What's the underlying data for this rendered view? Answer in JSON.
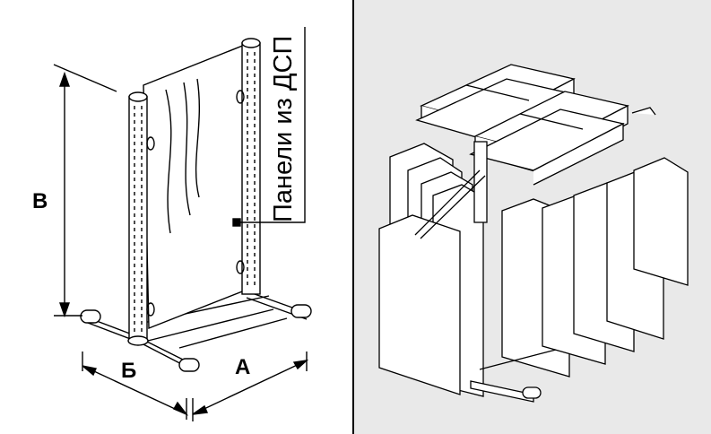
{
  "dimension_labels": {
    "height": "В",
    "depth": "Б",
    "width": "А"
  },
  "callout": {
    "text": "Панели из ДСП"
  },
  "colors": {
    "background_right": "#e9e9e9",
    "line": "#000000",
    "fill": "#ffffff"
  }
}
